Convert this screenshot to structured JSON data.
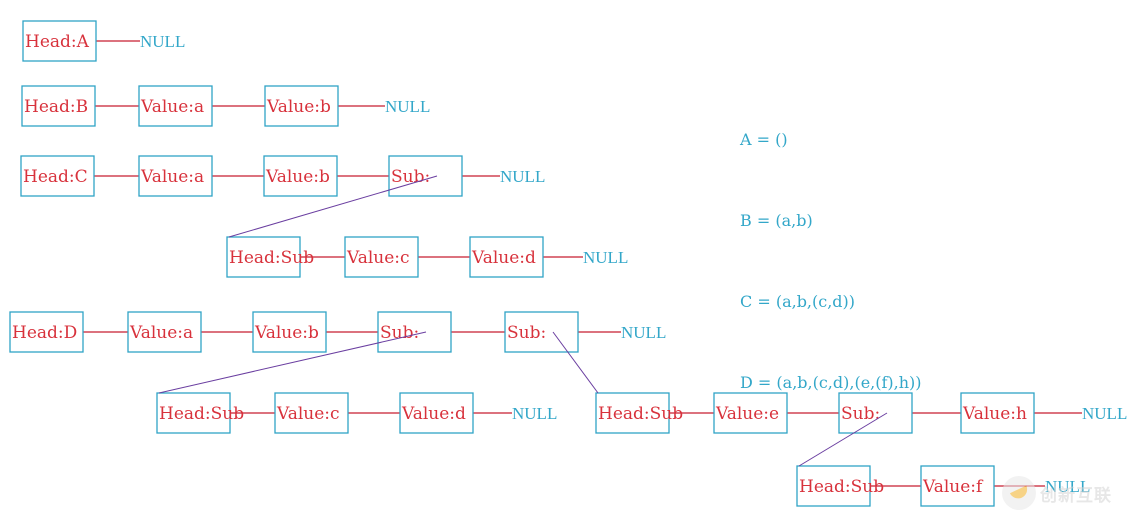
{
  "diagram": {
    "title": "Generalized list storage diagrams",
    "legend": [
      "A = ()",
      "B = (a,b)",
      "C = (a,b,(c,d))",
      "D = (a,b,(c,d),(e,(f),h))"
    ],
    "null_label": "NULL",
    "lists": [
      {
        "id": "A",
        "nodes": [
          "Head:A"
        ]
      },
      {
        "id": "B",
        "nodes": [
          "Head:B",
          "Value:a",
          "Value:b"
        ]
      },
      {
        "id": "C",
        "nodes": [
          "Head:C",
          "Value:a",
          "Value:b",
          "Sub:"
        ]
      },
      {
        "id": "C-sub",
        "parent": "C",
        "nodes": [
          "Head:Sub",
          "Value:c",
          "Value:d"
        ]
      },
      {
        "id": "D",
        "nodes": [
          "Head:D",
          "Value:a",
          "Value:b",
          "Sub:",
          "Sub:"
        ]
      },
      {
        "id": "D-sub1",
        "parent": "D",
        "nodes": [
          "Head:Sub",
          "Value:c",
          "Value:d"
        ]
      },
      {
        "id": "D-sub2",
        "parent": "D",
        "nodes": [
          "Head:Sub",
          "Value:e",
          "Sub:",
          "Value:h"
        ]
      },
      {
        "id": "D-sub2-sub",
        "parent": "D-sub2",
        "nodes": [
          "Head:Sub",
          "Value:f"
        ]
      }
    ],
    "colors": {
      "box": "#2fa3c6",
      "node_text": "#d8323c",
      "null_text": "#33a7c9",
      "link": "#c81e32",
      "sub_link": "#6a3ea0"
    }
  },
  "watermark": {
    "text": "创新互联"
  }
}
